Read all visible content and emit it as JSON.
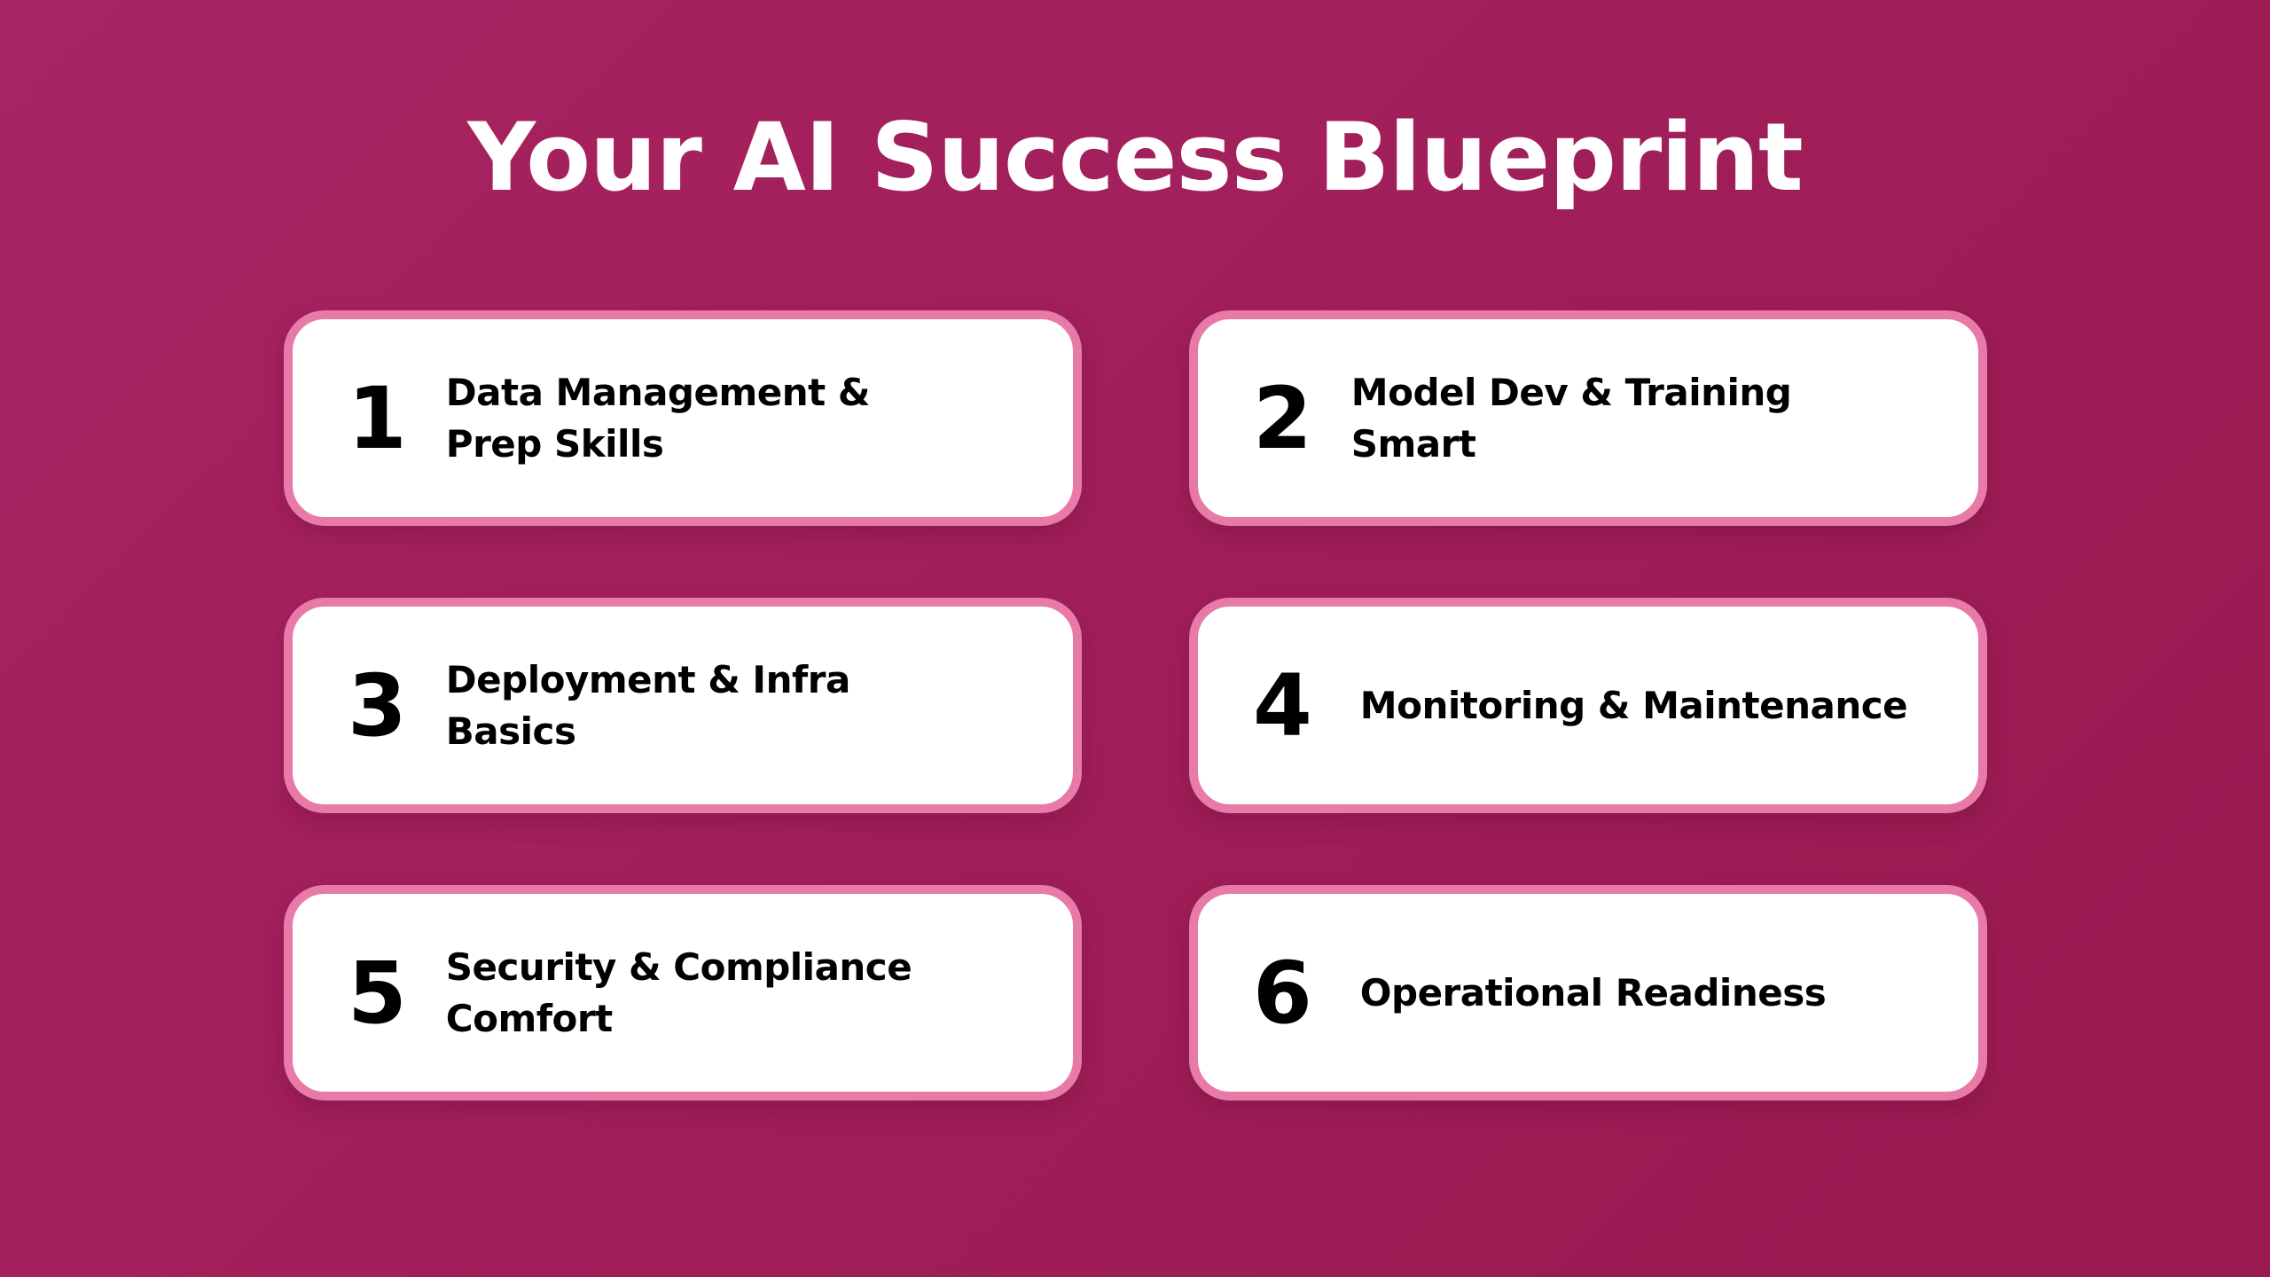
{
  "title": "Your AI Success Blueprint",
  "colors": {
    "background_start": "#a82362",
    "background_end": "#981a50",
    "card_border": "#e87aa8",
    "card_fill": "#ffffff",
    "title_text": "#ffffff",
    "card_text": "#000000"
  },
  "steps": [
    {
      "number": "1",
      "label": "Data Management & Prep Skills"
    },
    {
      "number": "2",
      "label": "Model Dev & Training Smart"
    },
    {
      "number": "3",
      "label": "Deployment & Infra Basics"
    },
    {
      "number": "4",
      "label": "Monitoring & Maintenance"
    },
    {
      "number": "5",
      "label": "Security & Compliance Comfort"
    },
    {
      "number": "6",
      "label": "Operational Readiness"
    }
  ]
}
